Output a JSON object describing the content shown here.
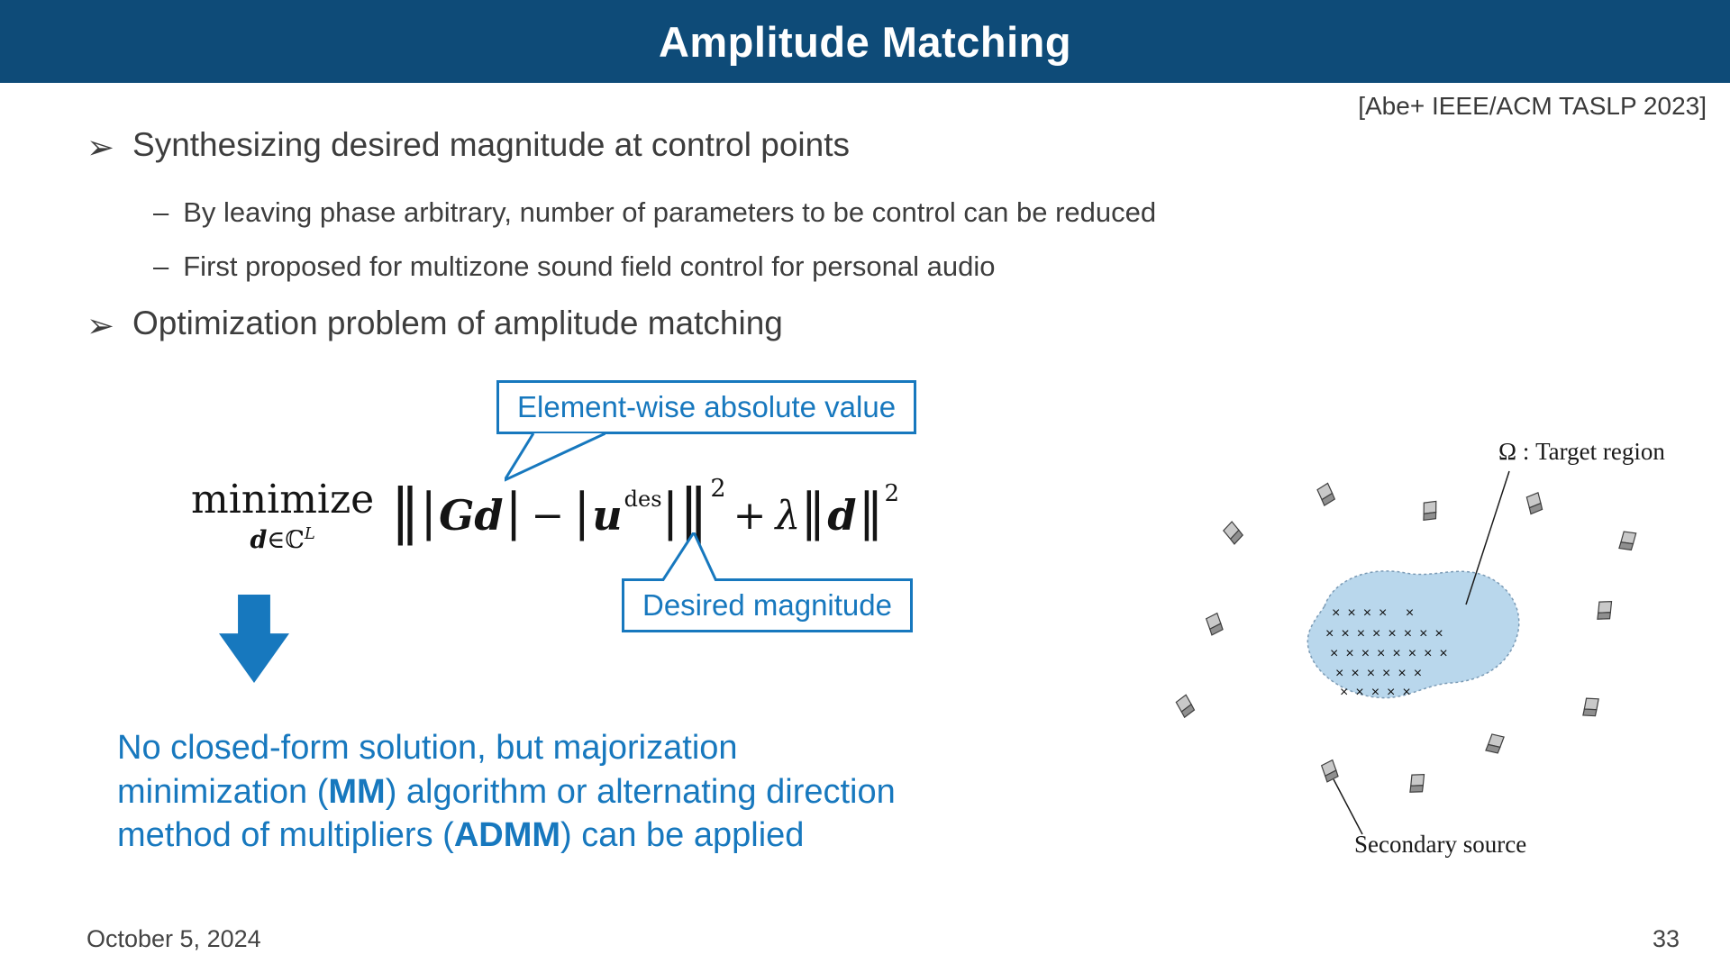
{
  "slide": {
    "title": "Amplitude Matching",
    "citation": "[Abe+ IEEE/ACM TASLP 2023]",
    "footer_date": "October 5, 2024",
    "page_number": "33"
  },
  "bullets": {
    "marker": "➢",
    "dash": "–",
    "b1": "Synthesizing desired magnitude at control points",
    "b1_sub1": "By leaving phase arbitrary, number of parameters to be control can be reduced",
    "b1_sub2": "First proposed for multizone sound field control for personal audio",
    "b2": "Optimization problem of amplitude matching"
  },
  "callouts": {
    "absolute_value": "Element-wise absolute value",
    "desired_magnitude": "Desired magnitude"
  },
  "formula": {
    "minimize": "minimize",
    "var": "d",
    "element_of": "∈",
    "set": "ℂ",
    "set_sup": "L",
    "outer_open": "‖",
    "inner_open": "|",
    "Gd": "Gd",
    "inner_close": "|",
    "minus": "−",
    "abs_open": "|",
    "u": "u",
    "u_sup": "des",
    "abs_close": "|",
    "outer_close": "‖",
    "sup2": "2",
    "plus": "+",
    "lambda": "λ",
    "norm_open": "‖",
    "d2": "d",
    "norm_close": "‖",
    "sup2b": "2"
  },
  "conclusion": {
    "line1": "No closed-form solution, but majorization",
    "line2_pre": "minimization (",
    "line2_bold": "MM",
    "line2_post": ") algorithm or alternating direction",
    "line3_pre": "method of multipliers (",
    "line3_bold": "ADMM",
    "line3_post": ") can be applied"
  },
  "diagram": {
    "target_region_label": "Ω : Target region",
    "secondary_source_label": "Secondary source",
    "marks": [
      "××××  ×",
      "××××××××",
      "××××××××",
      "××××××",
      "×××××"
    ]
  },
  "colors": {
    "header_bg": "#0e4b78",
    "accent_blue": "#1778be",
    "region_fill": "#b9d7ec",
    "body_text": "#3d3d3d"
  }
}
